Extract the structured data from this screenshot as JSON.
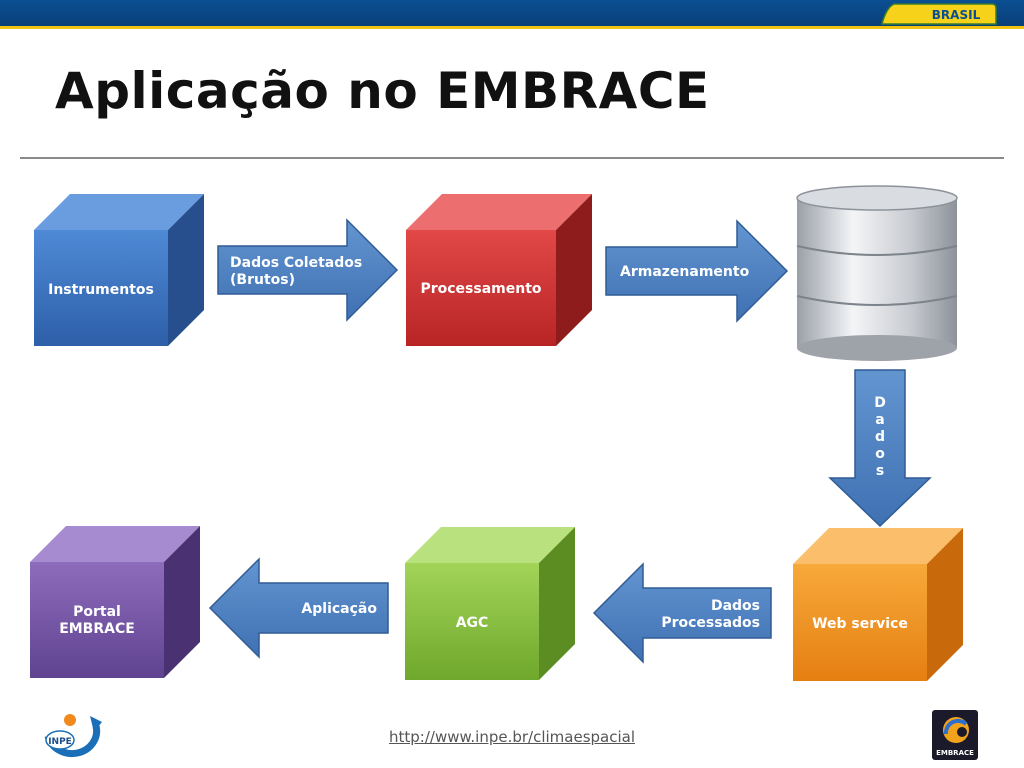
{
  "slide": {
    "title": "Aplicação no EMBRACE",
    "footer_url": "http://www.inpe.br/climaespacial"
  },
  "badge": {
    "text": "BRASIL"
  },
  "logos": {
    "left_text": "INPE",
    "right_text": "EMBRACE"
  },
  "nodes": {
    "instrumentos": "Instrumentos",
    "processamento": "Processamento",
    "agc": "AGC",
    "web_service": "Web service",
    "portal_line1": "Portal",
    "portal_line2": "EMBRACE"
  },
  "arrows": {
    "coletados_line1": "Dados Coletados",
    "coletados_line2": "(Brutos)",
    "armazenamento": "Armazenamento",
    "dados_vertical": [
      "D",
      "a",
      "d",
      "o",
      "s"
    ],
    "processados_line1": "Dados",
    "processados_line2": "Processados",
    "aplicacao": "Aplicação"
  },
  "colors": {
    "blue": "#3d76c2",
    "red": "#d63a3a",
    "green": "#8cc63f",
    "orange": "#f39a2a",
    "purple": "#7b5aa8",
    "arrow": "#5585c2"
  }
}
